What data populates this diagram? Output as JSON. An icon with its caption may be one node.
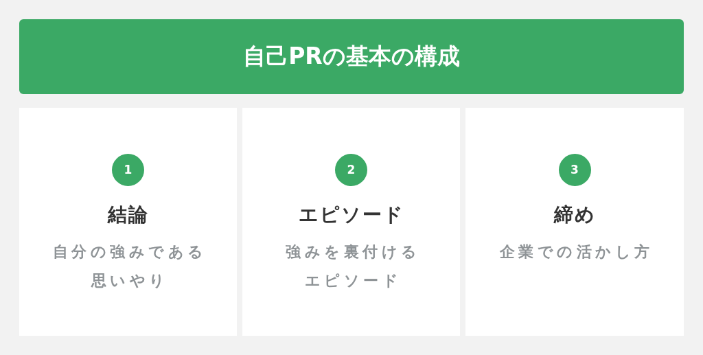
{
  "diagram": {
    "title": "自己PRの基本の構成",
    "nodes": [
      {
        "text": [
          "結論",
          "自分の強みである思いやり"
        ]
      },
      {
        "text": [
          "1"
        ],
        "in": 0
      },
      {
        "text": [
          "エピソード",
          "強みを裏付けるエピソード"
        ]
      },
      {
        "text": [
          "2"
        ],
        "in": 2
      },
      {
        "text": [
          "締め",
          "企業での活かし方"
        ]
      },
      {
        "text": [
          "3"
        ],
        "in": 4
      }
    ]
  }
}
